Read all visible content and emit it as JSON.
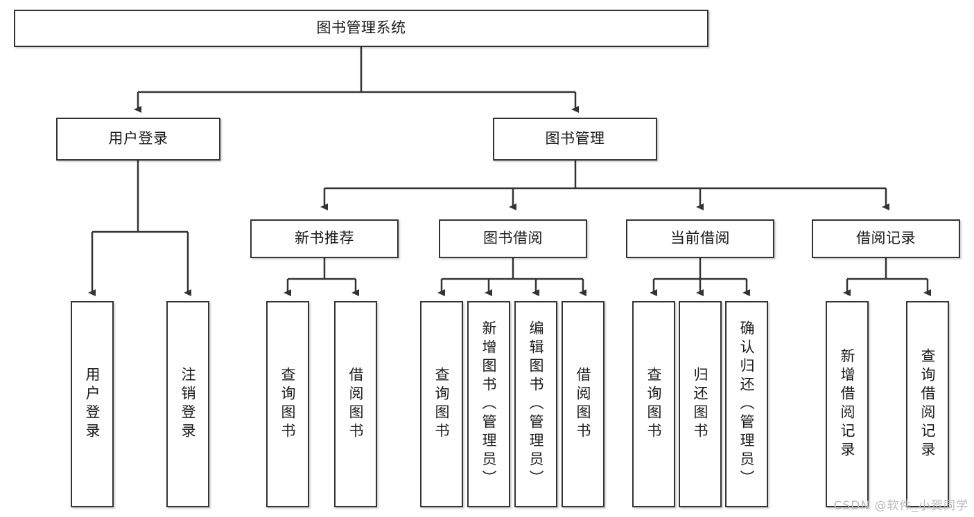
{
  "diagram": {
    "title": "图书管理系统",
    "type": "tree-hierarchy-chart",
    "root": {
      "label": "图书管理系统"
    },
    "level2": [
      {
        "label": "用户登录"
      },
      {
        "label": "图书管理"
      }
    ],
    "level3": [
      {
        "label": "新书推荐"
      },
      {
        "label": "图书借阅"
      },
      {
        "label": "当前借阅"
      },
      {
        "label": "借阅记录"
      }
    ],
    "leaves": {
      "user_login": [
        {
          "label": "用户登录"
        },
        {
          "label": "注销登录"
        }
      ],
      "new_book_recommend": [
        {
          "label": "查询图书"
        },
        {
          "label": "借阅图书"
        }
      ],
      "book_borrow": [
        {
          "label": "查询图书"
        },
        {
          "label": "新增图书（管理员）"
        },
        {
          "label": "编辑图书（管理员）"
        },
        {
          "label": "借阅图书"
        }
      ],
      "current_borrow": [
        {
          "label": "查询图书"
        },
        {
          "label": "归还图书"
        },
        {
          "label": "确认归还（管理员）"
        }
      ],
      "borrow_record": [
        {
          "label": "新增借阅记录"
        },
        {
          "label": "查询借阅记录"
        }
      ]
    }
  },
  "watermark": {
    "text": "CSDN @软件_小贺同学"
  },
  "colors": {
    "box_border": "#333333",
    "box_fill": "#ffffff",
    "line": "#333333",
    "text": "#1b1b1b",
    "watermark": "#b9b9b9"
  }
}
